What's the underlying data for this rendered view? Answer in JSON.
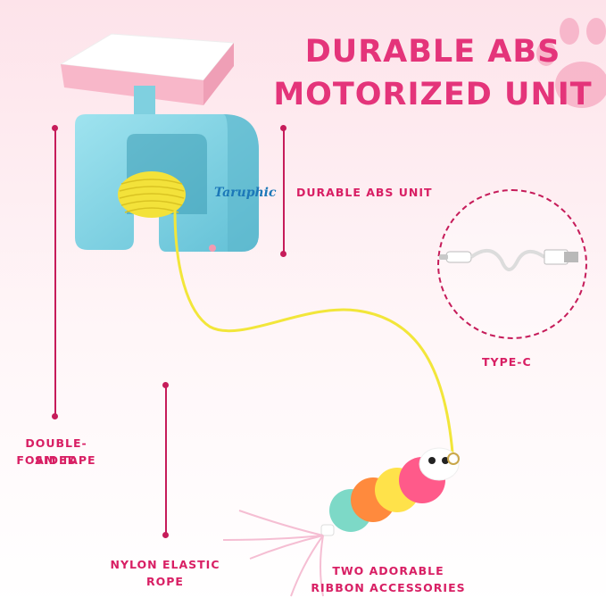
{
  "headline": {
    "line1": "DURABLE ABS",
    "line2": "MOTORIZED UNIT"
  },
  "brand": "Taruphic",
  "labels": {
    "unit": "DURABLE ABS  UNIT",
    "port": "TYPE-C",
    "tape_line1": "DOUBLE-SIDED",
    "tape_line2": "FOAM TAPE",
    "rope_line1": "NYLON ELASTIC",
    "rope_line2": "ROPE",
    "ribbon_line1": "TWO ADORABLE",
    "ribbon_line2": "RIBBON ACCESSORIES"
  },
  "colors": {
    "accent": "#e4347a",
    "label": "#d81f64",
    "device": "#7fd3e3",
    "mount_pad": "#f7b6c8",
    "string": "#f2e63a"
  },
  "icons": [
    "paw-print-icon",
    "usb-type-c-cable-icon"
  ]
}
